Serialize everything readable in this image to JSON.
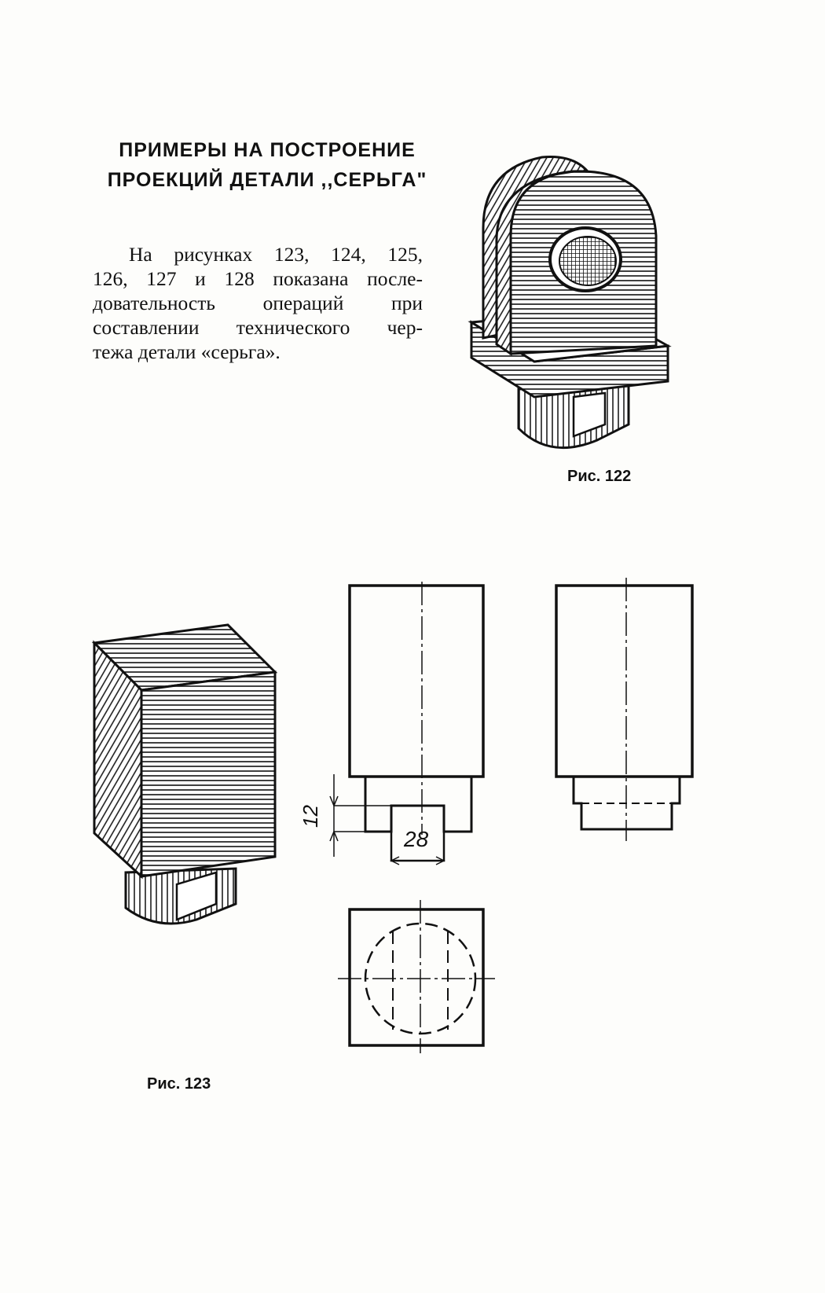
{
  "heading": {
    "line1": "ПРИМЕРЫ НА ПОСТРОЕНИЕ",
    "line2": "ПРОЕКЦИЙ ДЕТАЛИ ,,СЕРЬГА\""
  },
  "paragraph": {
    "lines": [
      "На рисунках 123, 124, 125,",
      "126, 127 и 128 показана после-",
      "довательность операций при",
      "составлении технического чер-",
      "тежа детали «серьга»."
    ]
  },
  "figures": {
    "fig122_caption": "Рис. 122",
    "fig123_caption": "Рис. 123",
    "dimension_height": "12",
    "dimension_width": "28"
  }
}
